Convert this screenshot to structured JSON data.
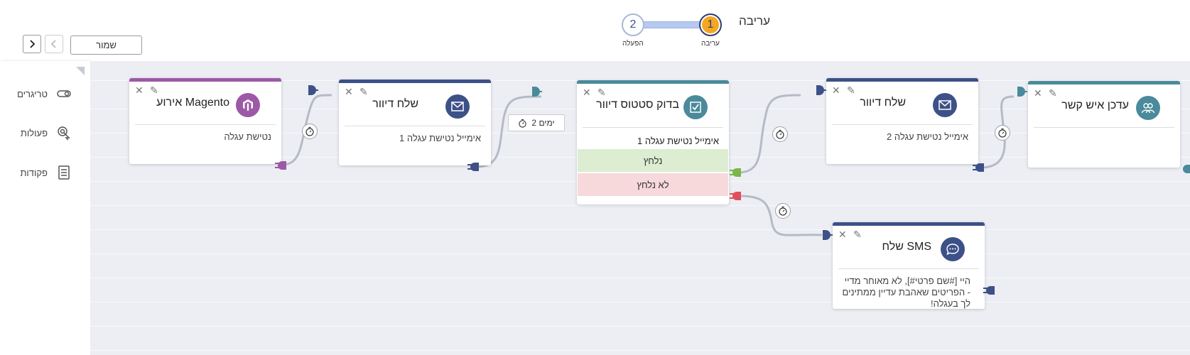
{
  "header": {
    "page_title": "עריבה",
    "steps": [
      {
        "number": "1",
        "label": "עריבה"
      },
      {
        "number": "2",
        "label": "הפעלה"
      }
    ],
    "save_label": "שמור",
    "nav_back_icon": "chevron-left-icon",
    "nav_forward_icon": "chevron-right-icon"
  },
  "sidebar": {
    "items": [
      {
        "label": "טריגרים",
        "icon": "toggle-icon"
      },
      {
        "label": "פעולות",
        "icon": "cursor-click-icon"
      },
      {
        "label": "פקודות",
        "icon": "checklist-icon"
      }
    ]
  },
  "nodes": {
    "magento": {
      "title": "אירוע Magento",
      "body": "נטישת עגלה",
      "color": "#9b59a6"
    },
    "send1": {
      "title": "שלח דיוור",
      "body": "אימייל נטישת עגלה 1",
      "color": "#3d5188"
    },
    "check": {
      "title": "בדוק סטטוס דיוור",
      "body": "אימייל נטישת עגלה 1",
      "branch_yes": "נלחץ",
      "branch_no": "לא נלחץ",
      "color": "#4a8a9a"
    },
    "send2": {
      "title": "שלח דיוור",
      "body": "אימייל נטישת עגלה 2",
      "color": "#3d5188"
    },
    "contact": {
      "title": "עדכן איש קשר",
      "body": "",
      "color": "#4a8a9a"
    },
    "sms": {
      "title": "שלח SMS",
      "body": "היי [#שם פרטי#], לא מאוחר מדיי - הפריטים שאהבת עדיין ממתינים לך בעגלה!",
      "color": "#3d5188"
    }
  },
  "delay_label": "2 ימים",
  "colors": {
    "accent_orange": "#f5a623",
    "navy": "#3d5188",
    "purple": "#9b59a6",
    "teal": "#4a8a9a",
    "green": "#7ab648",
    "red": "#e0505a",
    "branch_yes_bg": "#dcedd2",
    "branch_no_bg": "#f7d9dc"
  }
}
